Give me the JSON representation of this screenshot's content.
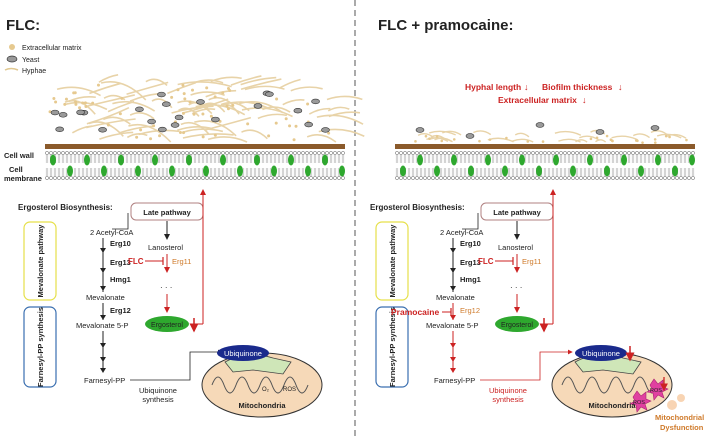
{
  "left_panel": {
    "title": "FLC:",
    "legend": {
      "ecm": "Extracellular matrix",
      "yeast": "Yeast",
      "hyphae": "Hyphae"
    },
    "cell_wall": "Cell wall",
    "cell_membrane_1": "Cell",
    "cell_membrane_2": "membrane",
    "heading": "Ergosterol Biosynthesis:",
    "side_boxes": {
      "mevalonate": "Mevalonate pathway",
      "farnesyl": "Farnesyl-PP synthesis"
    },
    "pathway": {
      "acetyl": "2 Acetyl-CoA",
      "erg10": "Erg10",
      "erg13": "Erg13",
      "hmg1": "Hmg1",
      "mevalonate": "Mevalonate",
      "erg12": "Erg12",
      "mev5p": "Mevalonate 5-P",
      "farnesyl": "Farnesyl-PP"
    },
    "late": {
      "box": "Late pathway",
      "lanosterol": "Lanosterol",
      "flc": "FLC",
      "erg11": "Erg11",
      "dots": "· · ·",
      "ergosterol": "Ergosterol"
    },
    "ubiquinone": "Ubiquinone",
    "ubiquinone_synthesis_1": "Ubiquinone",
    "ubiquinone_synthesis_2": "synthesis",
    "mito": {
      "label": "Mitochondria",
      "o2": "O₂",
      "ros": "ROS"
    }
  },
  "right_panel": {
    "title": "FLC + pramocaine:",
    "effects": {
      "hyphal": "Hyphal length",
      "biofilm": "Biofilm thickness",
      "ecm": "Extracellular matrix"
    },
    "heading": "Ergosterol Biosynthesis:",
    "side_boxes": {
      "mevalonate": "Mevalonate pathway",
      "farnesyl": "Farnesyl-PP synthesis"
    },
    "pathway": {
      "acetyl": "2 Acetyl-CoA",
      "erg10": "Erg10",
      "erg13": "Erg13",
      "hmg1": "Hmg1",
      "mevalonate": "Mevalonate",
      "pramocaine": "Pramocaine",
      "erg12": "Erg12",
      "mev5p": "Mevalonate 5-P",
      "farnesyl": "Farnesyl-PP"
    },
    "late": {
      "box": "Late pathway",
      "lanosterol": "Lanosterol",
      "flc": "FLC",
      "erg11": "Erg11",
      "dots": "· · ·",
      "ergosterol": "Ergosterol"
    },
    "ubiquinone": "Ubiquinone",
    "ubiquinone_synthesis_1": "Ubiquinone",
    "ubiquinone_synthesis_2": "synthesis",
    "mito": {
      "label": "Mitochondria",
      "ros": "ROS",
      "dys1": "Mitochondrial",
      "dys2": "Dysfunction"
    }
  },
  "colors": {
    "inhibit_red": "#cc2222",
    "enzyme_orange": "#cf7a2a",
    "ergosterol_green": "#2ea82e",
    "ubiquinone_blue": "#1a2a8c",
    "wall_brown": "#8b5a2b",
    "mito_fill": "#f6d9b8",
    "hyphae_tan": "#e8d3a8",
    "mevalonate_box": "#e6e04a",
    "farnesyl_box": "#3a6fb0"
  }
}
